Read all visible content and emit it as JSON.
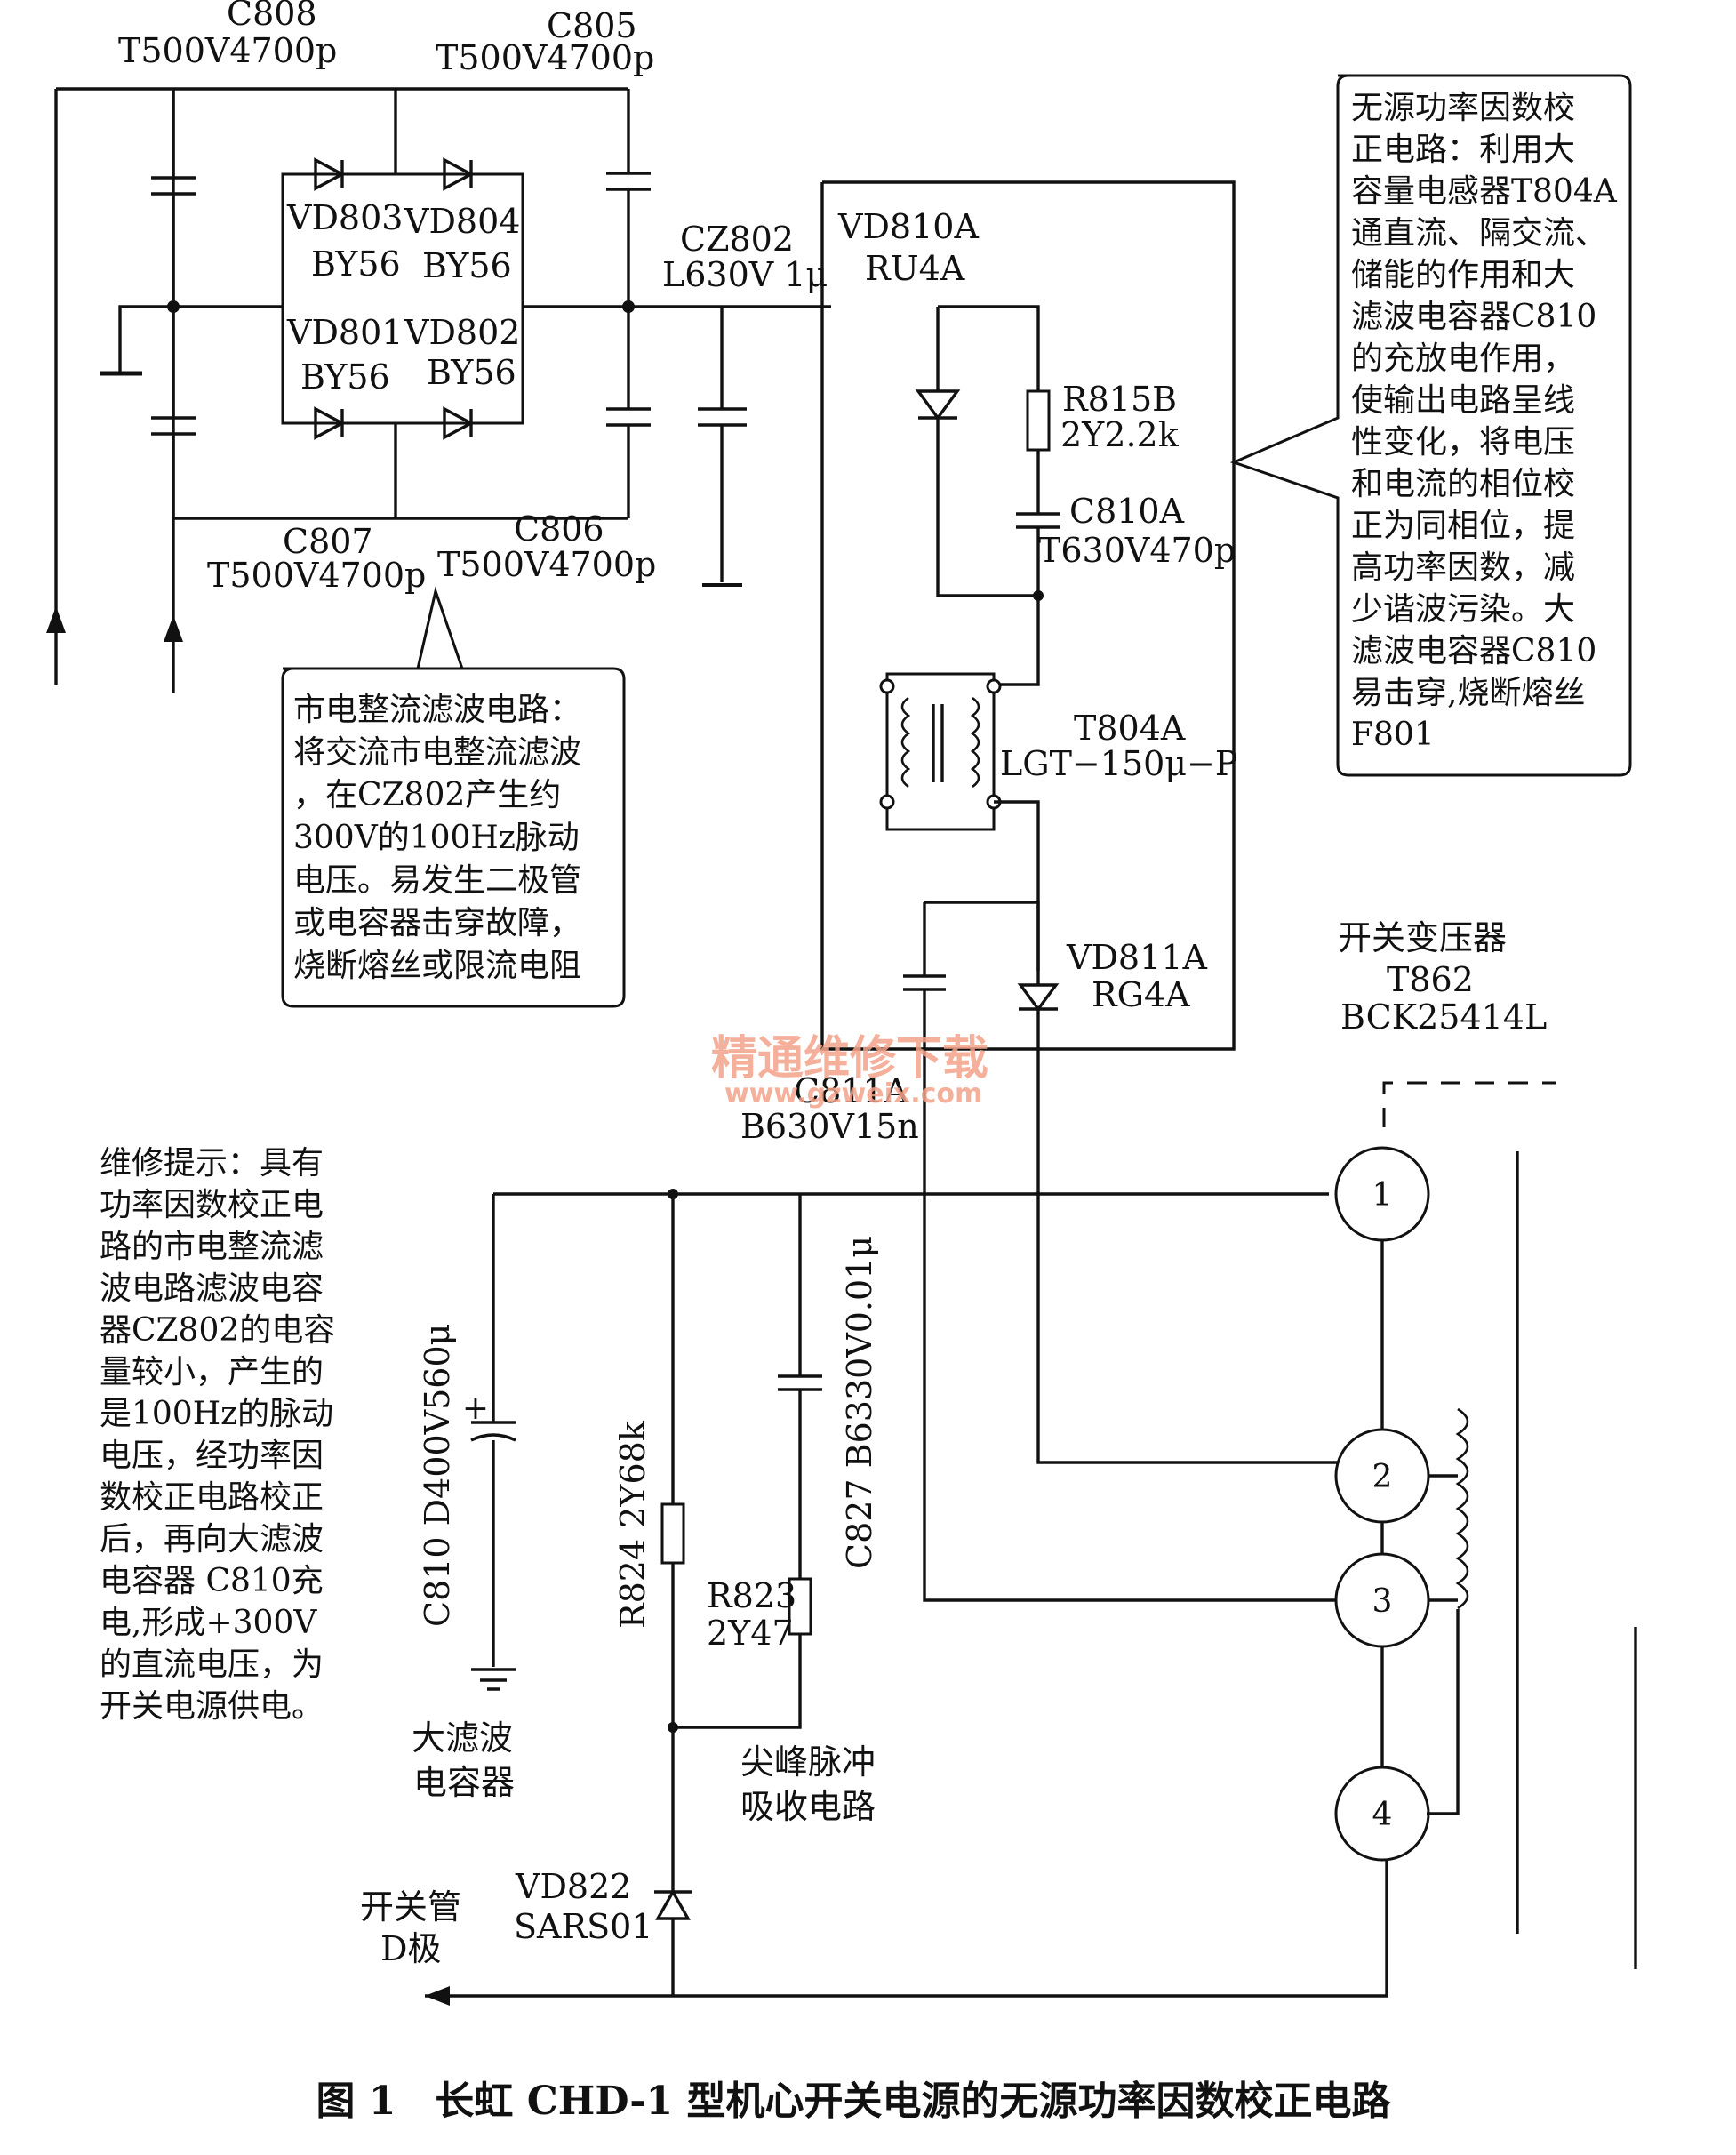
{
  "components": {
    "c808": {
      "ref": "C808",
      "value": "T500V4700p"
    },
    "c805": {
      "ref": "C805",
      "value": "T500V4700p"
    },
    "c807": {
      "ref": "C807",
      "value": "T500V4700p"
    },
    "c806": {
      "ref": "C806",
      "value": "T500V4700p"
    },
    "vd803": {
      "ref": "VD803",
      "value": "BY56"
    },
    "vd804": {
      "ref": "VD804",
      "value": "BY56"
    },
    "vd801": {
      "ref": "VD801",
      "value": "BY56"
    },
    "vd802": {
      "ref": "VD802",
      "value": "BY56"
    },
    "cz802": {
      "ref": "CZ802",
      "value": "L630V 1μ"
    },
    "vd810a": {
      "ref": "VD810A",
      "value": "RU4A"
    },
    "r815b": {
      "ref": "R815B",
      "value": "2Y2.2k"
    },
    "c810a": {
      "ref": "C810A",
      "value": "T630V470p"
    },
    "t804a": {
      "ref": "T804A",
      "value": "LGT−150μ−P"
    },
    "vd811a": {
      "ref": "VD811A",
      "value": "RG4A"
    },
    "c811a": {
      "ref": "C811A",
      "value": "B630V15n"
    },
    "c810": {
      "label": "C810 D400V560μ"
    },
    "r824": {
      "label": "R824 2Y68k"
    },
    "c827": {
      "label": "C827 B6330V0.01μ"
    },
    "r823": {
      "ref": "R823",
      "value": "2Y47"
    },
    "vd822": {
      "ref": "VD822",
      "value": "SARS01"
    },
    "t862": {
      "name": "开关变压器",
      "ref": "T862",
      "value": "BCK25414L"
    }
  },
  "pins": [
    "1",
    "2",
    "3",
    "4"
  ],
  "labels": {
    "filter_cap": [
      "大滤波",
      "电容器"
    ],
    "spike_absorb": [
      "尖峰脉冲",
      "吸收电路"
    ],
    "switch_drain": [
      "开关管",
      "D极"
    ]
  },
  "notes": {
    "rectifier": [
      "市电整流滤波电路：",
      "将交流市电整流滤波",
      "，在CZ802产生约",
      "300V的100Hz脉动",
      "电压。易发生二极管",
      "或电容器击穿故障，",
      "烧断熔丝或限流电阻"
    ],
    "pfc": [
      "无源功率因数校",
      "正电路：利用大",
      "容量电感器T804A",
      "通直流、隔交流、",
      "储能的作用和大",
      "滤波电容器C810",
      "的充放电作用，",
      "使输出电路呈线",
      "性变化，将电压",
      "和电流的相位校",
      "正为同相位，提",
      "高功率因数，减",
      "少谐波污染。大",
      "滤波电容器C810",
      "易击穿,烧断熔丝",
      "F801"
    ],
    "repair": [
      "维修提示：具有",
      "功率因数校正电",
      "路的市电整流滤",
      "波电路滤波电容",
      "器CZ802的电容",
      "量较小，产生的",
      "是100Hz的脉动",
      "电压，经功率因",
      "数校正电路校正",
      "后，再向大滤波",
      "电容器 C810充",
      "电,形成+300V",
      "的直流电压，为",
      "开关电源供电。"
    ]
  },
  "watermark": {
    "cn": "精通维修下载",
    "url": "www.gzweix.com"
  },
  "caption": "图 1　长虹 CHD-1 型机心开关电源的无源功率因数校正电路"
}
